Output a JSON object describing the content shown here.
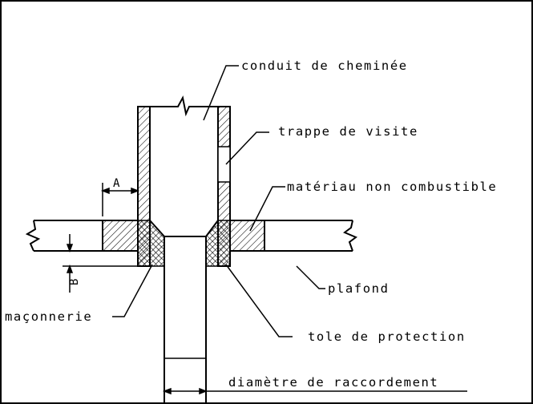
{
  "labels": {
    "flue": "conduit de cheminée",
    "cleanout": "trappe de visite",
    "noncombustible": "matériau non combustible",
    "ceiling": "plafond",
    "masonry": "maçonnerie",
    "shield": "tole de protection",
    "diameter": "diamètre de raccordement",
    "dim_a": "A",
    "dim_b": "B"
  },
  "colors": {
    "ink": "#000000",
    "background": "#ffffff"
  }
}
